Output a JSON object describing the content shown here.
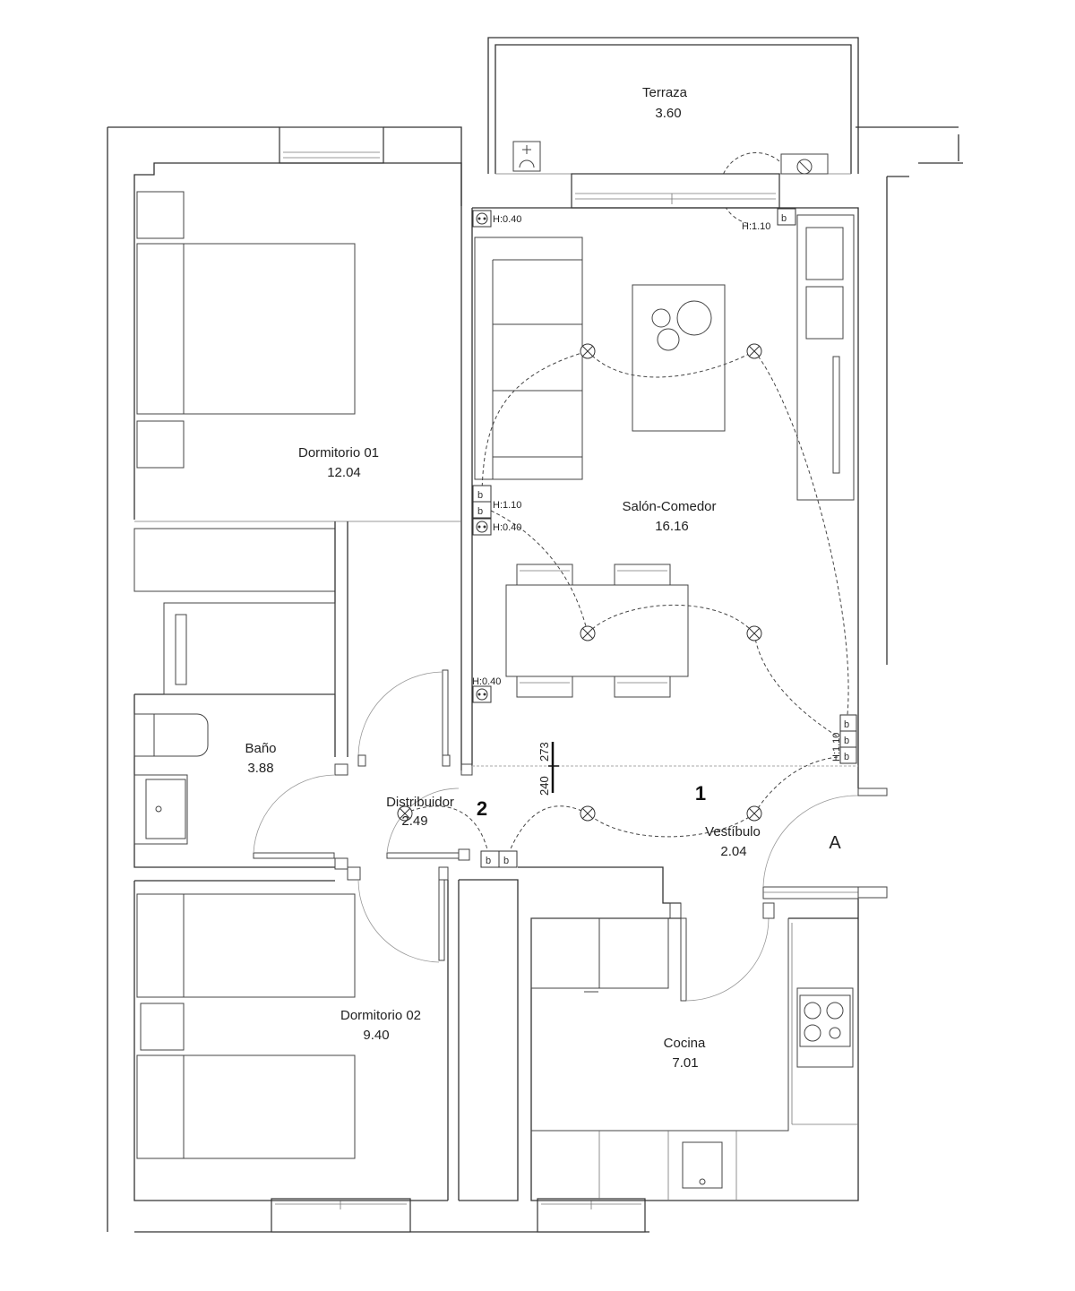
{
  "rooms": {
    "terraza": {
      "name": "Terraza",
      "area": "3.60"
    },
    "dormitorio01": {
      "name": "Dormitorio 01",
      "area": "12.04"
    },
    "salon": {
      "name": "Salón-Comedor",
      "area": "16.16"
    },
    "bano": {
      "name": "Baño",
      "area": "3.88"
    },
    "distribuidor": {
      "name": "Distribuidor",
      "area": "2.49"
    },
    "vestibulo": {
      "name": "Vestíbulo",
      "area": "2.04"
    },
    "dormitorio02": {
      "name": "Dormitorio 02",
      "area": "9.40"
    },
    "cocina": {
      "name": "Cocina",
      "area": "7.01"
    }
  },
  "markers": {
    "entrance": "A",
    "circuit_1": "1",
    "circuit_2": "2"
  },
  "heights": {
    "h_110_terrace": "H:1.10",
    "h_040_top": "H:0.40",
    "h_110_salon": "H:1.10",
    "h_040_salon": "H:0.40",
    "h_040_lower": "H:0.40",
    "h_110_vestibulo": "H:1.10"
  },
  "dimensions": {
    "ceiling_273": "273",
    "ceiling_240": "240"
  }
}
